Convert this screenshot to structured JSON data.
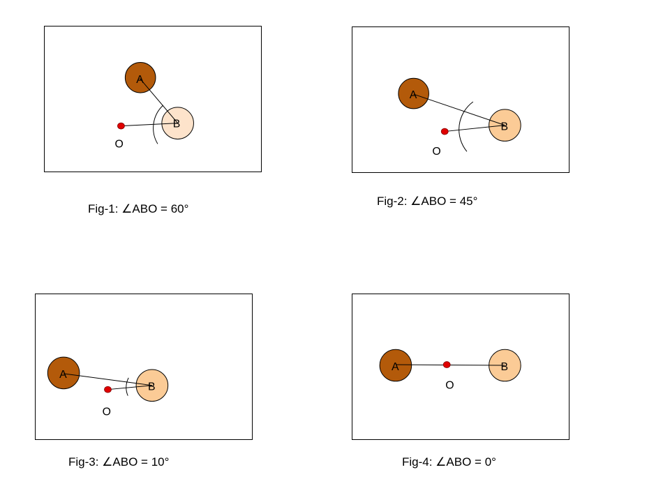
{
  "figures": [
    {
      "caption": "Fig-1: ∠ABO = 60°",
      "labels": {
        "a": "A",
        "b": "B",
        "o": "O"
      },
      "colors": {
        "a_fill": "#b35a0a",
        "b_fill": "#fde3cb",
        "o_fill": "#e00000"
      },
      "angle_deg": 60
    },
    {
      "caption": "Fig-2: ∠ABO = 45°",
      "labels": {
        "a": "A",
        "b": "B",
        "o": "O"
      },
      "colors": {
        "a_fill": "#b35a0a",
        "b_fill": "#fbcb96",
        "o_fill": "#e00000"
      },
      "angle_deg": 45
    },
    {
      "caption": "Fig-3: ∠ABO = 10°",
      "labels": {
        "a": "A",
        "b": "B",
        "o": "O"
      },
      "colors": {
        "a_fill": "#b35a0a",
        "b_fill": "#fbcb96",
        "o_fill": "#e00000"
      },
      "angle_deg": 10
    },
    {
      "caption": "Fig-4: ∠ABO = 0°",
      "labels": {
        "a": "A",
        "b": "B",
        "o": "O"
      },
      "colors": {
        "a_fill": "#b35a0a",
        "b_fill": "#fbcb96",
        "o_fill": "#e00000"
      },
      "angle_deg": 0
    }
  ]
}
